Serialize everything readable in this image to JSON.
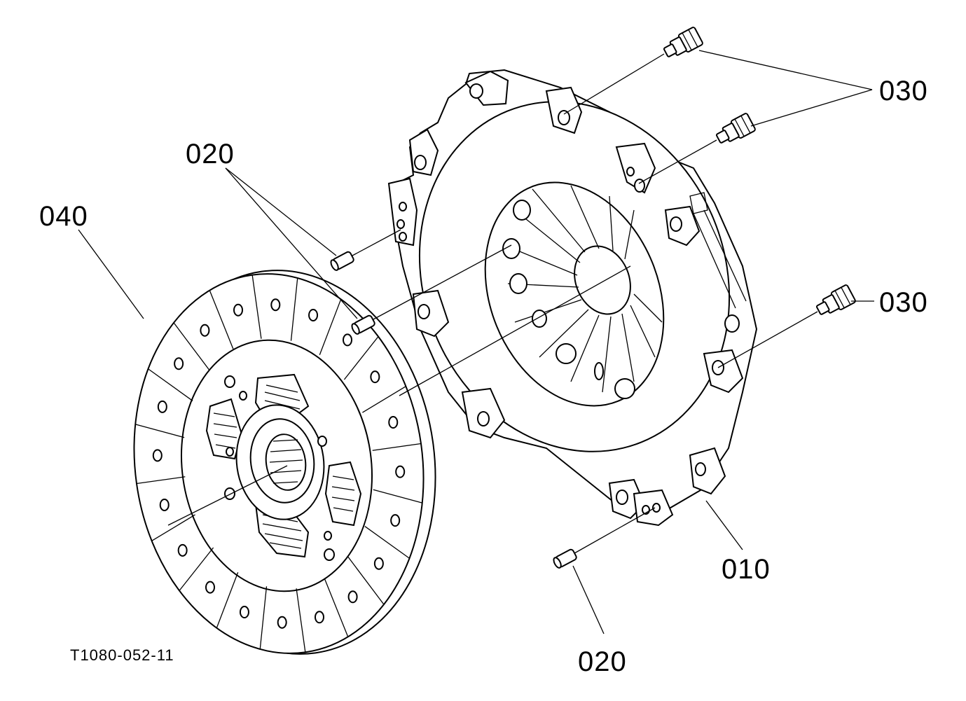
{
  "diagram": {
    "drawing_id": "T1080-052-11",
    "callouts": {
      "clutch_cover": "010",
      "dowel_pin": "020",
      "bolt": "030",
      "clutch_disc": "040"
    }
  }
}
